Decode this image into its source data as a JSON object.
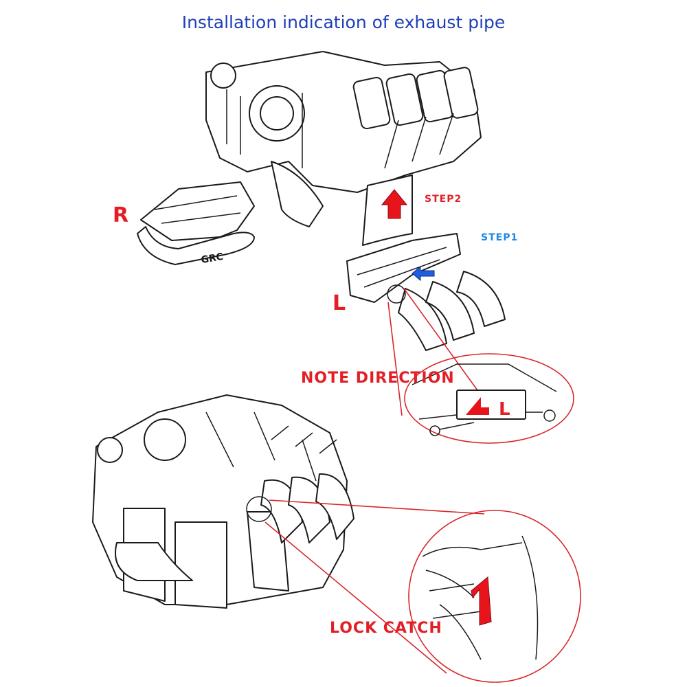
{
  "title": "Installation indication of exhaust pipe",
  "labels": {
    "right_side": "R",
    "left_side": "L",
    "step1": "STEP1",
    "step2": "STEP2",
    "note_direction": "NOTE DIRECTION",
    "lock_catch": "LOCK CATCH",
    "brand_mark": "GRC",
    "zoom_mark": "L"
  },
  "colors": {
    "title": "#1e3fb8",
    "red_text": "#e41e25",
    "step1_blue": "#1e88e5",
    "arrow_red": "#e8141c",
    "arrow_blue": "#1e5fe0",
    "line": "#1a1a1a"
  }
}
